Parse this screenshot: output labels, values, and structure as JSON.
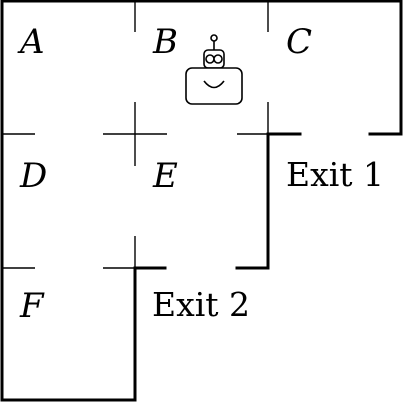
{
  "rooms": {
    "a": "A",
    "b": "B",
    "c": "C",
    "d": "D",
    "e": "E",
    "f": "F"
  },
  "exits": {
    "exit1": "Exit 1",
    "exit2": "Exit 2"
  },
  "robot": {
    "icon": "robot-icon",
    "location": "B"
  },
  "colors": {
    "wall": "#000000",
    "background": "#ffffff"
  }
}
